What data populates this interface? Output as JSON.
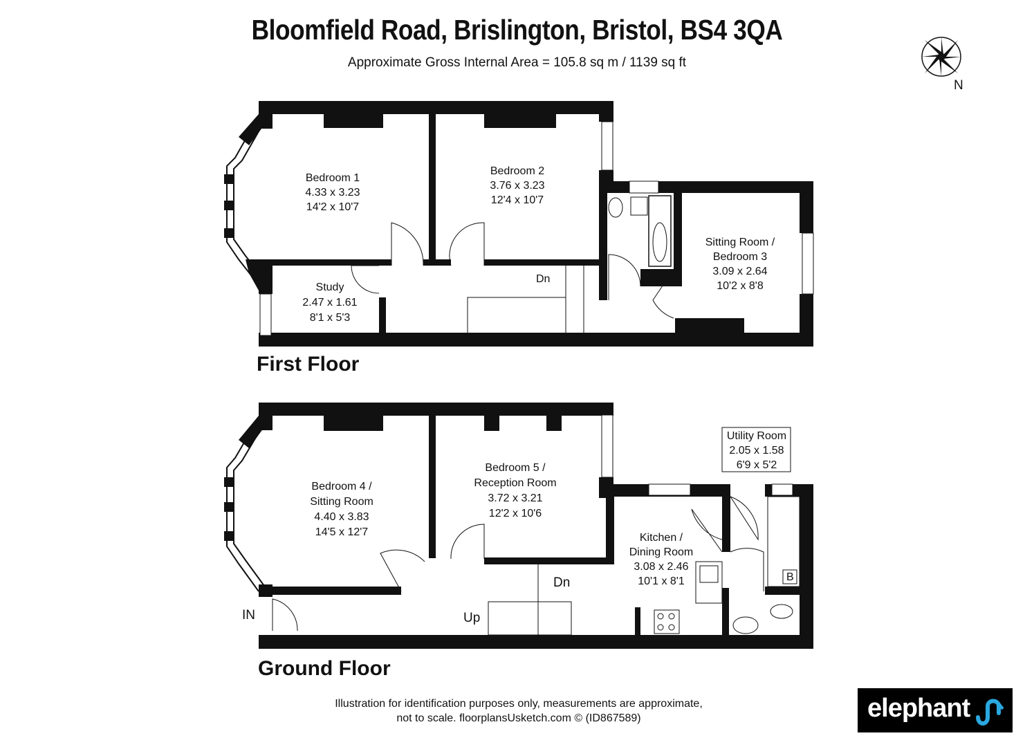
{
  "title": "Bloomfield Road, Brislington, Bristol, BS4 3QA",
  "subtitle": "Approximate Gross Internal Area = 105.8 sq m / 1139 sq ft",
  "compass": {
    "label": "N"
  },
  "floors": {
    "first": {
      "label": "First Floor",
      "rooms": {
        "bedroom1": [
          "Bedroom 1",
          "4.33 x 3.23",
          "14'2 x 10'7"
        ],
        "bedroom2": [
          "Bedroom 2",
          "3.76 x 3.23",
          "12'4 x 10'7"
        ],
        "sitting3": [
          "Sitting Room /",
          "Bedroom 3",
          "3.09 x 2.64",
          "10'2 x 8'8"
        ],
        "study": [
          "Study",
          "2.47 x 1.61",
          "8'1 x 5'3"
        ]
      },
      "stairs_label": "Dn"
    },
    "ground": {
      "label": "Ground Floor",
      "rooms": {
        "bedroom4": [
          "Bedroom 4 /",
          "Sitting Room",
          "4.40 x 3.83",
          "14'5 x 12'7"
        ],
        "bedroom5": [
          "Bedroom 5 /",
          "Reception Room",
          "3.72 x 3.21",
          "12'2 x 10'6"
        ],
        "kitchen": [
          "Kitchen /",
          "Dining Room",
          "3.08 x 2.46",
          "10'1 x 8'1"
        ],
        "utility": [
          "Utility Room",
          "2.05 x 1.58",
          "6'9 x 5'2"
        ]
      },
      "stairs_down_label": "Dn",
      "stairs_up_label": "Up",
      "entrance_label": "IN",
      "boiler_label": "B"
    }
  },
  "footer": [
    "Illustration for identification purposes only, measurements are approximate,",
    "not to scale. floorplansUsketch.com © (ID867589)"
  ],
  "logo": {
    "text": "elephant"
  }
}
